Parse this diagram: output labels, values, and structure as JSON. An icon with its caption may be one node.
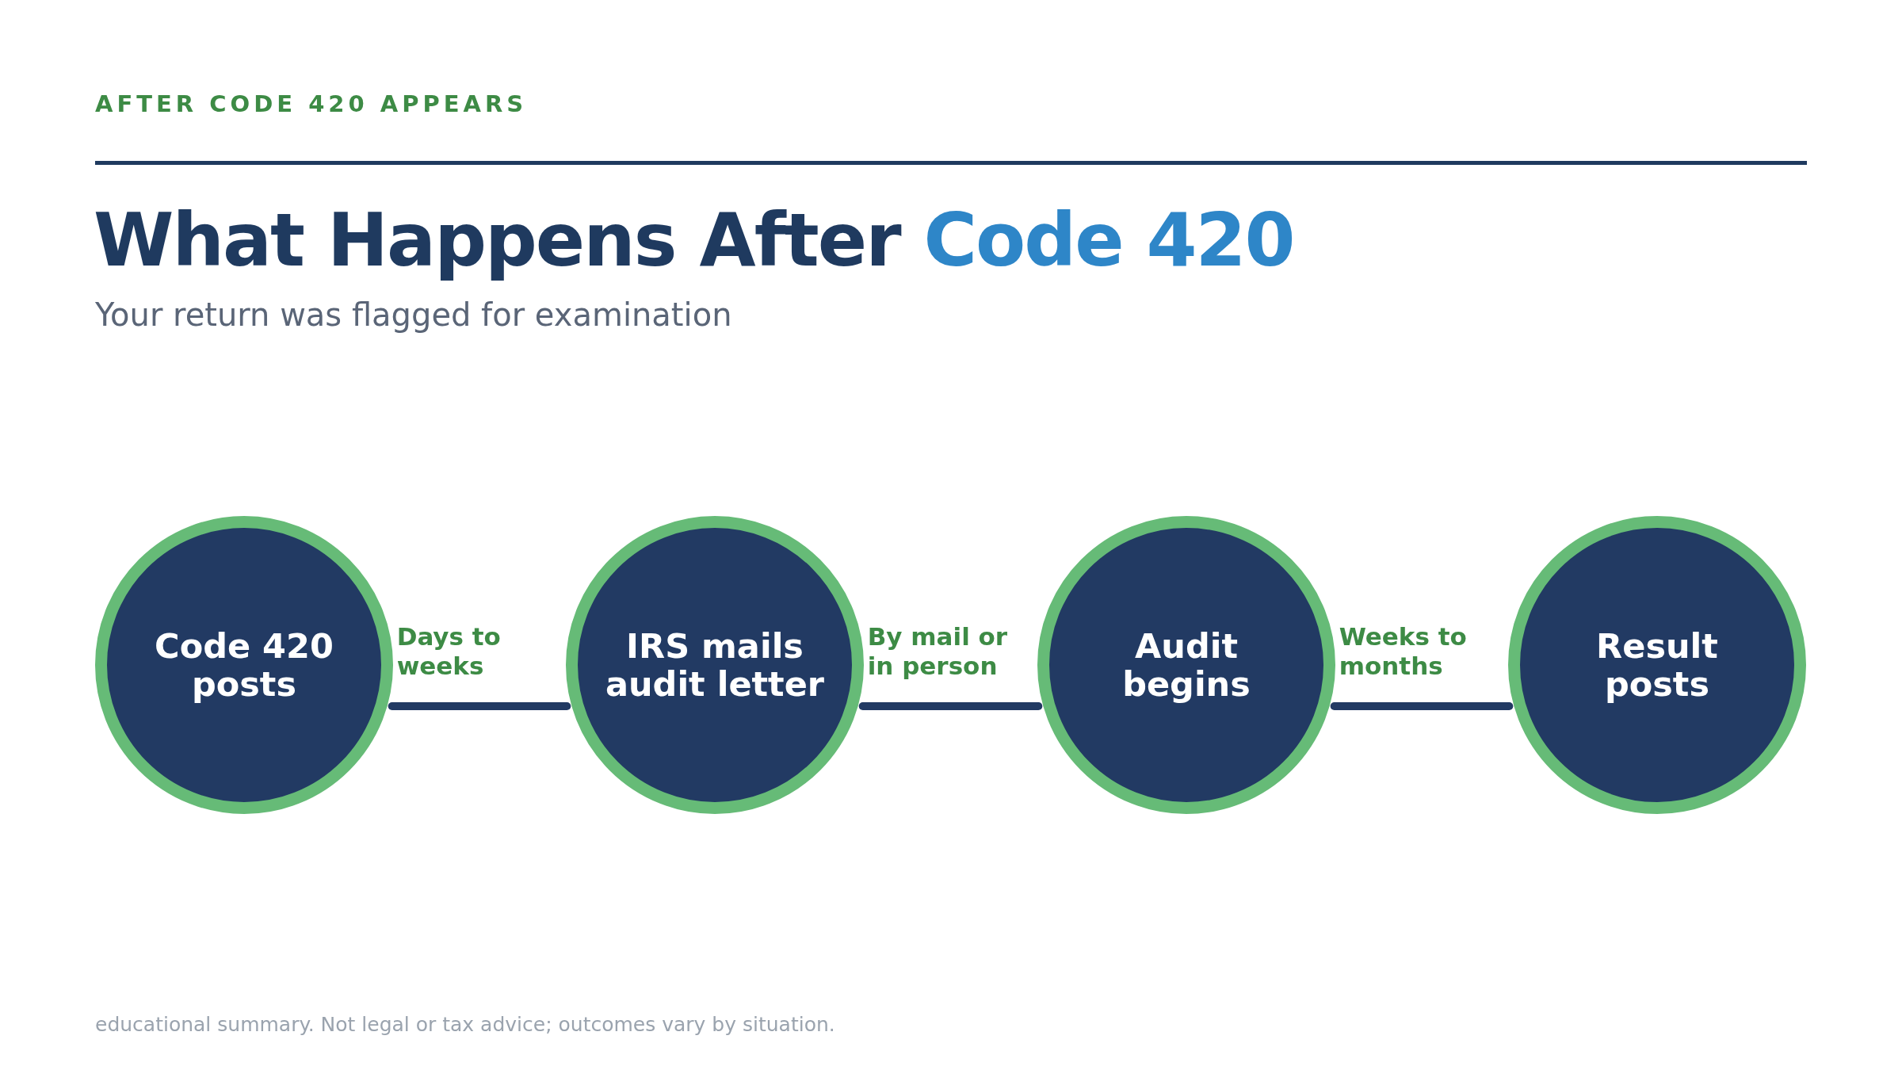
{
  "diagram": {
    "title": "What Happens After Code 420",
    "nodes": [
      {
        "text": [
          "Code 420 posts"
        ]
      },
      {
        "text": [
          "IRS mails audit letter"
        ]
      },
      {
        "text": [
          "Audit begins"
        ]
      },
      {
        "text": [
          "Result posts"
        ]
      }
    ],
    "edges": [
      {
        "from": 0,
        "to": 1,
        "arrow": "none",
        "label": "Days to weeks"
      },
      {
        "from": 1,
        "to": 2,
        "arrow": "none",
        "label": "By mail or in person"
      },
      {
        "from": 2,
        "to": 3,
        "arrow": "none",
        "label": "Weeks to months"
      }
    ],
    "labels": [
      "AFTER CODE 420 APPEARS",
      "Your return was flagged for examination",
      "educational summary. Not legal or tax advice; outcomes vary by situation."
    ]
  }
}
